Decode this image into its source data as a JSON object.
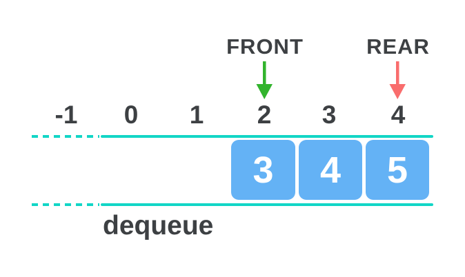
{
  "pointers": {
    "front": {
      "label": "FRONT",
      "points_to_index": "2",
      "arrow_color": "#32b42d"
    },
    "rear": {
      "label": "REAR",
      "points_to_index": "4",
      "arrow_color": "#f96d6d"
    }
  },
  "axis": {
    "indices": [
      "-1",
      "0",
      "1",
      "2",
      "3",
      "4"
    ]
  },
  "queue": {
    "cells": [
      {
        "index": "2",
        "value": "3"
      },
      {
        "index": "3",
        "value": "4"
      },
      {
        "index": "4",
        "value": "5"
      }
    ],
    "cell_color": "#64b2f5",
    "value_text_color": "#ffffff"
  },
  "operation": {
    "label": "dequeue"
  },
  "colors": {
    "rail_teal": "#12d6c6",
    "label_text": "#3d4043",
    "background": "#ffffff"
  }
}
